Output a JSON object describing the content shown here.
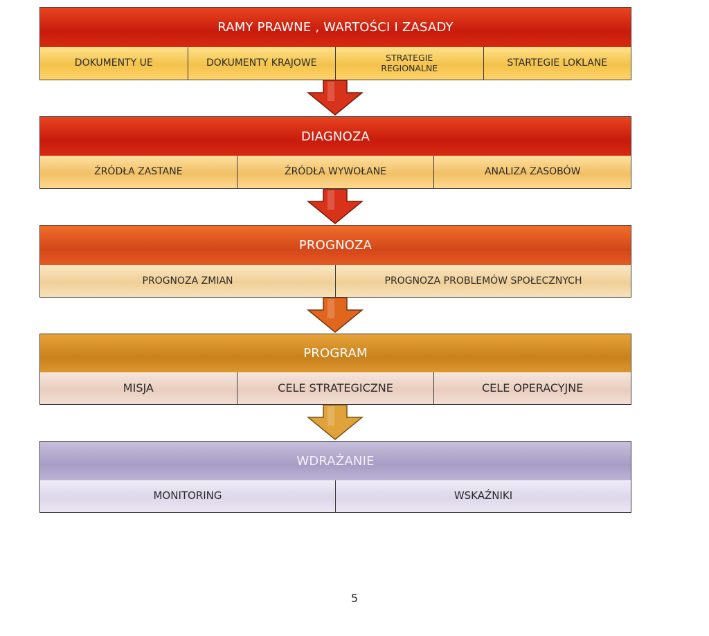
{
  "sections": [
    {
      "title": "RAMY PRAWNE , WARTOŚCI I ZASADY",
      "items": [
        "DOKUMENTY UE",
        "DOKUMENTY KRAJOWE",
        "STRATEGIE\nREGIONALNE",
        "STARTEGIE LOKLANE"
      ]
    },
    {
      "title": "DIAGNOZA",
      "items": [
        "ŹRÓDŁA ZASTANE",
        "ŹRÓDŁA WYWOŁANE",
        "ANALIZA ZASOBÓW"
      ]
    },
    {
      "title": "PROGNOZA",
      "items": [
        "PROGNOZA ZMIAN",
        "PROGNOZA PROBLEMÓW SPOŁECZNYCH"
      ]
    },
    {
      "title": "PROGRAM",
      "items": [
        "MISJA",
        "CELE STRATEGICZNE",
        "CELE OPERACYJNE"
      ]
    },
    {
      "title": "WDRAŻANIE",
      "items": [
        "MONITORING",
        "WSKAŹNIKI"
      ]
    }
  ],
  "arrow_colors": [
    "#d8321a",
    "#d8321a",
    "#e0661e",
    "#e0a23a"
  ],
  "page_number": "5"
}
